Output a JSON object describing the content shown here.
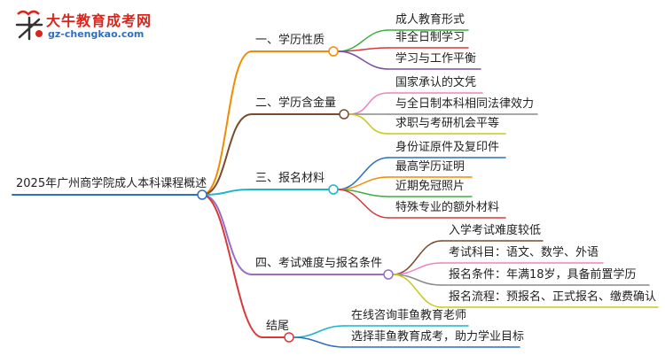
{
  "logo": {
    "brand": "大牛教育成考网",
    "url": "gz-chengkao.com",
    "glyph": "大牛"
  },
  "root": "2025年广州商学院成人本科课程概述",
  "branches": [
    {
      "label": "一、学历性质",
      "color": "#f08c00",
      "leaves": [
        {
          "label": "成人教育形式",
          "color": "#3cb043"
        },
        {
          "label": "非全日制学习",
          "color": "#d63a3a"
        },
        {
          "label": "学习与工作平衡",
          "color": "#7b4fa8"
        }
      ]
    },
    {
      "label": "二、学历含金量",
      "color": "#7a4a2a",
      "leaves": [
        {
          "label": "国家承认的文凭",
          "color": "#f080c0"
        },
        {
          "label": "与全日制本科相同法律效力",
          "color": "#8a8a8a"
        },
        {
          "label": "求职与考研机会平等",
          "color": "#c8c81e"
        }
      ]
    },
    {
      "label": "三、报名材料",
      "color": "#17b5c8",
      "leaves": [
        {
          "label": "身份证原件及复印件",
          "color": "#2f6fbf"
        },
        {
          "label": "最高学历证明",
          "color": "#f08c00"
        },
        {
          "label": "近期免冠照片",
          "color": "#3cb043"
        },
        {
          "label": "特殊专业的额外材料",
          "color": "#d63a3a"
        }
      ]
    },
    {
      "label": "四、考试难度与报名条件",
      "color": "#9b6bc8",
      "leaves": [
        {
          "label": "入学考试难度较低",
          "color": "#7a4a2a"
        },
        {
          "label": "考试科目：语文、数学、外语",
          "color": "#f080c0"
        },
        {
          "label": "报名条件：年满18岁，具备前置学历",
          "color": "#8a8a8a"
        },
        {
          "label": "报名流程：预报名、正式报名、缴费确认",
          "color": "#c8c81e"
        }
      ]
    },
    {
      "label": "结尾",
      "color": "#d63a3a",
      "leaves": [
        {
          "label": "在线咨询菲鱼教育老师",
          "color": "#17b5c8"
        },
        {
          "label": "选择菲鱼教育成考，助力学业目标",
          "color": "#2f6fbf"
        }
      ]
    }
  ]
}
